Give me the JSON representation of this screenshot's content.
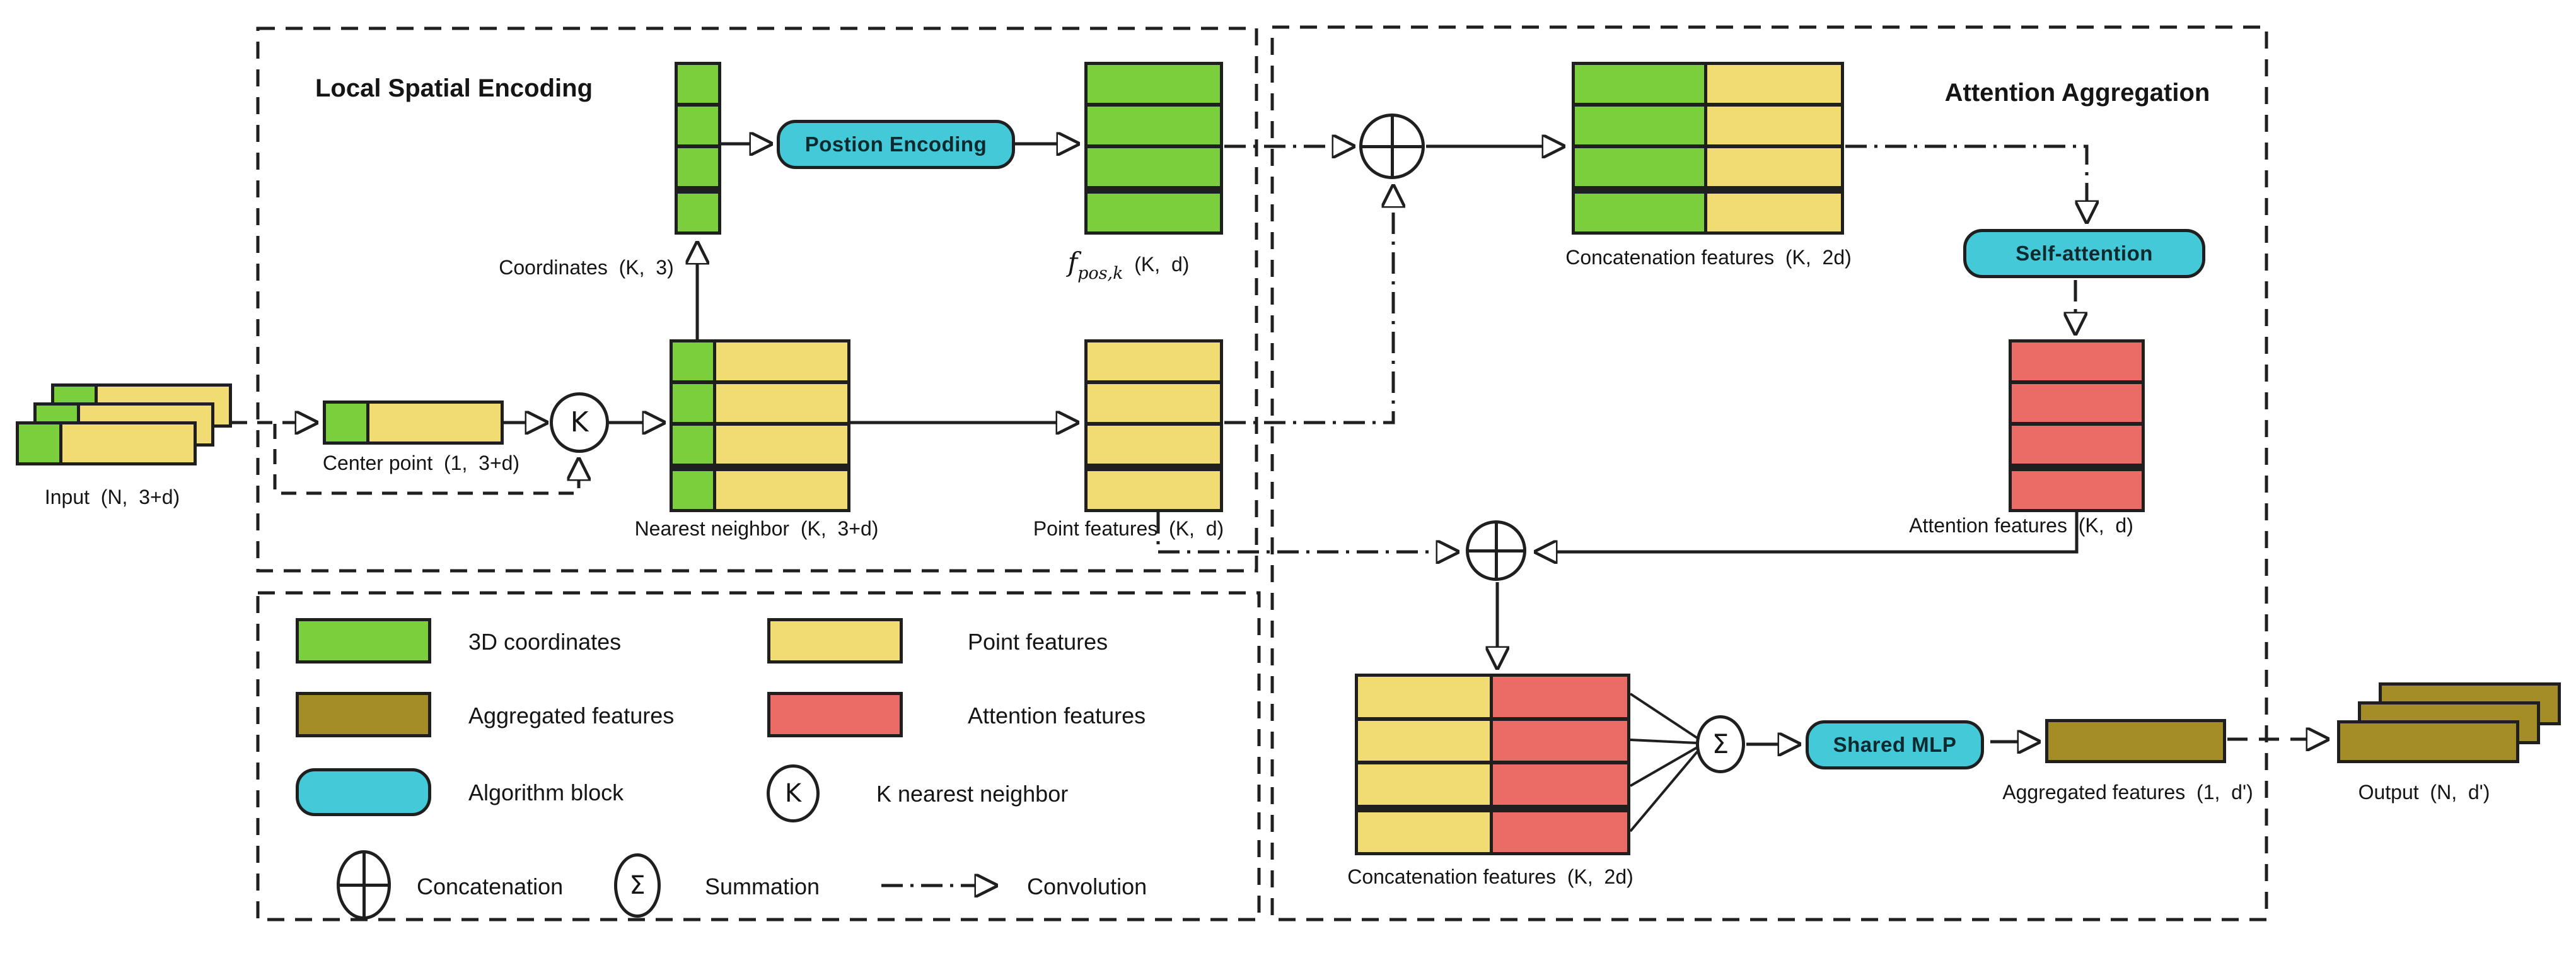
{
  "colors": {
    "green": "#7bce3c",
    "yellow": "#f1dc73",
    "olive": "#a48d26",
    "red": "#eb6b66",
    "cyan": "#43c9d7",
    "line": "#1f1f1f",
    "ink": "#151515"
  },
  "titles": {
    "lse": "Local Spatial Encoding",
    "aa": "Attention Aggregation"
  },
  "labels": {
    "input": "Input  (N,  3+d)",
    "center_point": "Center point  (1,  3+d)",
    "coordinates": "Coordinates  (K,  3)",
    "fpos": {
      "f": "f",
      "sub": "pos,k",
      "dims": "  (K,  d)"
    },
    "nearest_neighbor": "Nearest neighbor  (K,  3+d)",
    "point_features": "Point features  (K,  d)",
    "concat_top": "Concatenation features  (K,  2d)",
    "attention_features": "Attention features  (K,  d)",
    "concat_bottom": "Concatenation features  (K,  2d)",
    "aggregated": "Aggregated features  (1,  d')",
    "output": "Output  (N,  d')"
  },
  "pills": {
    "position_encoding": "Postion Encoding",
    "self_attention": "Self-attention",
    "shared_mlp": "Shared MLP"
  },
  "symbols": {
    "knn": "K",
    "summation": "Σ"
  },
  "legend": {
    "items": [
      {
        "label": "3D coordinates",
        "swatch": "green"
      },
      {
        "label": "Point features",
        "swatch": "yellow"
      },
      {
        "label": "Aggregated features",
        "swatch": "olive"
      },
      {
        "label": "Attention features",
        "swatch": "red"
      },
      {
        "label": "Algorithm block",
        "swatch": "cyan-pill"
      },
      {
        "label": "K nearest neighbor",
        "symbol": "K-circle"
      },
      {
        "label": "Concatenation",
        "symbol": "circle-plus"
      },
      {
        "label": "Summation",
        "symbol": "circle-sigma"
      },
      {
        "label": "Convolution",
        "symbol": "dash-dot-arrow"
      }
    ]
  }
}
